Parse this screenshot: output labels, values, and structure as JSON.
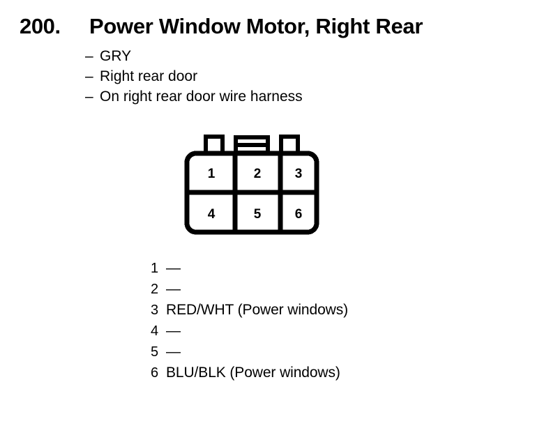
{
  "title": {
    "number": "200.",
    "text": "Power Window Motor, Right Rear"
  },
  "attributes": {
    "dash": "–",
    "items": [
      {
        "label": "GRY"
      },
      {
        "label": "Right rear door"
      },
      {
        "label": "On right rear door wire harness"
      }
    ]
  },
  "connector": {
    "rows": 2,
    "columns": 3,
    "cells": [
      {
        "number": "1"
      },
      {
        "number": "2"
      },
      {
        "number": "3"
      },
      {
        "number": "4"
      },
      {
        "number": "5"
      },
      {
        "number": "6"
      }
    ],
    "line_color": "#000000",
    "fill_color": "#ffffff"
  },
  "pin_list": {
    "empty_marker": "—",
    "rows": [
      {
        "index": "1",
        "value": "—"
      },
      {
        "index": "2",
        "value": "—"
      },
      {
        "index": "3",
        "value": "RED/WHT (Power windows)"
      },
      {
        "index": "4",
        "value": "—"
      },
      {
        "index": "5",
        "value": "—"
      },
      {
        "index": "6",
        "value": "BLU/BLK (Power windows)"
      }
    ]
  }
}
